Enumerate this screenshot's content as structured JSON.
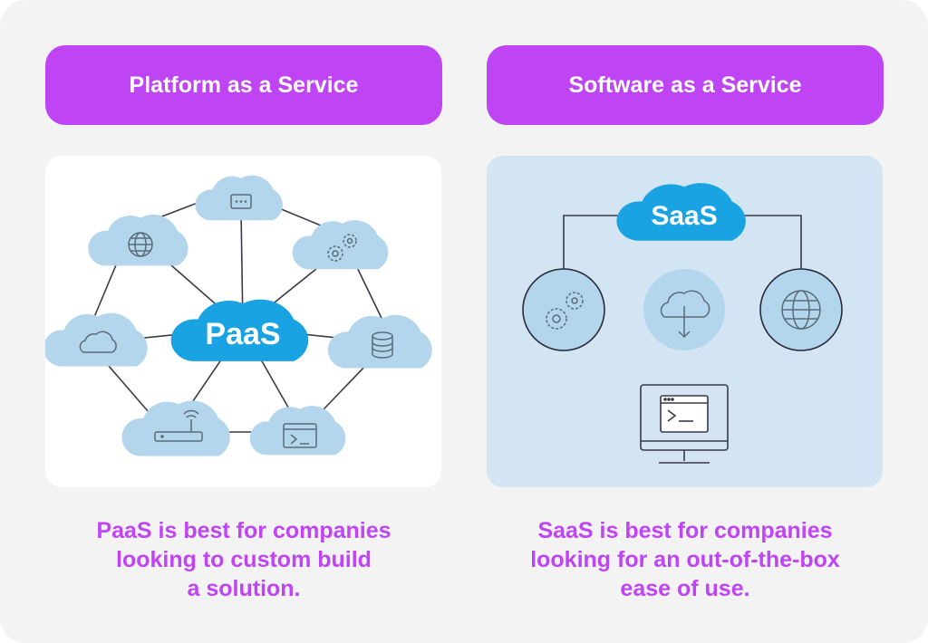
{
  "left": {
    "header": "Platform as a Service",
    "center_label": "PaaS",
    "caption_lines": [
      "PaaS is best for companies",
      "looking to custom build",
      "a solution."
    ]
  },
  "right": {
    "header": "Software as a Service",
    "center_label": "SaaS",
    "caption_lines": [
      "SaaS is best for companies",
      "looking for an out-of-the-box",
      "ease of use."
    ]
  },
  "colors": {
    "accent": "#bf44f3",
    "cloud_light": "#b4d6ec",
    "cloud_center": "#1aa3e2",
    "panel_right_bg": "#d3e5f2",
    "line": "#3a3a4a"
  },
  "icons": {
    "paas_nodes": [
      "chat-icon",
      "globe-icon",
      "gears-icon",
      "cloud-icon",
      "database-icon",
      "router-icon",
      "terminal-icon"
    ],
    "saas_nodes": [
      "gears-icon",
      "cloud-download-icon",
      "globe-icon",
      "terminal-monitor-icon"
    ]
  }
}
